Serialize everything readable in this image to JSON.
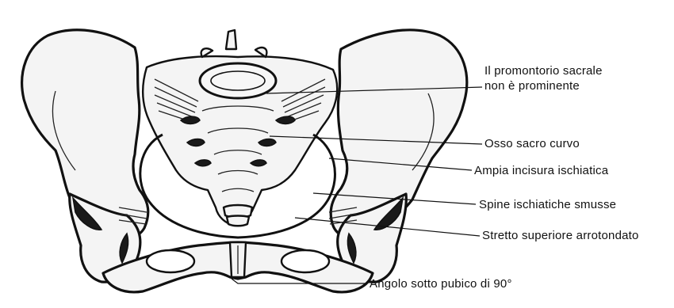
{
  "labels": {
    "promontorio_line1": "Il promontorio sacrale",
    "promontorio_line2": "non è prominente",
    "sacro": "Osso sacro curvo",
    "incisura": "Ampia incisura ischiatica",
    "spine": "Spine ischiatiche smusse",
    "stretto": "Stretto superiore arrotondato",
    "angolo": "Angolo sotto pubico di 90°"
  }
}
